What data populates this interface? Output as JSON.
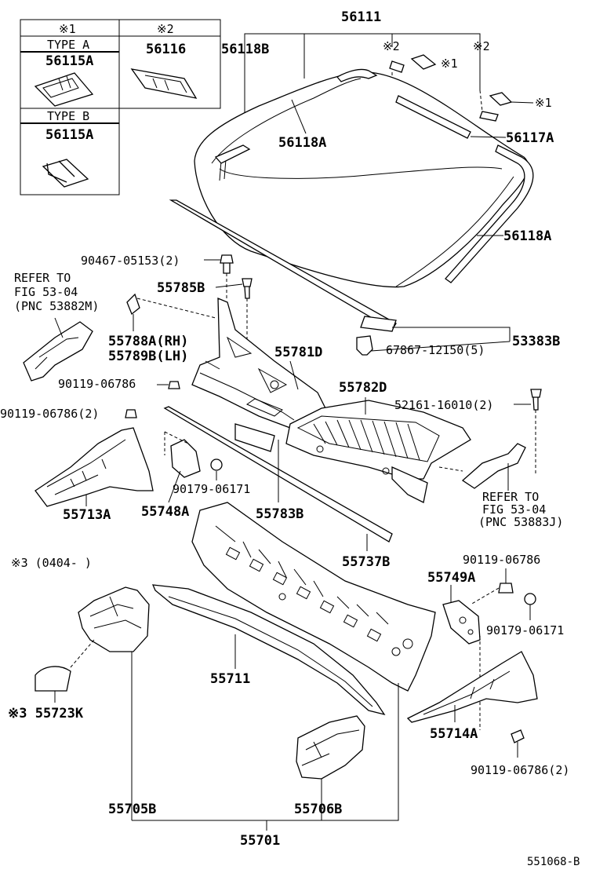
{
  "legend_box": {
    "col1_marker": "※1",
    "col2_marker": "※2",
    "type_a_label": "TYPE A",
    "type_a_part": "56115A",
    "col2_part": "56116",
    "type_b_label": "TYPE B",
    "type_b_part": "56115A"
  },
  "labels": {
    "p56111": "56111",
    "p56118B": "56118B",
    "mark2_a": "※2",
    "mark1_a": "※1",
    "mark2_b": "※2",
    "mark1_b": "※1",
    "p56118A_top": "56118A",
    "p56117A": "56117A",
    "p56118A_right": "56118A",
    "p90467": "90467-05153(2)",
    "refer_left_1": "REFER TO",
    "refer_left_2": "FIG 53-04",
    "refer_left_3": "(PNC 53882M)",
    "p55785B": "55785B",
    "p55788A": "55788A(RH)",
    "p55789B": "55789B(LH)",
    "p53383B": "53383B",
    "p55781D": "55781D",
    "p67867": "67867-12150(5)",
    "p90119_a": "90119-06786",
    "p55782D": "55782D",
    "p90119_b": "90119-06786(2)",
    "p52161": "52161-16010(2)",
    "p90179_a": "90179-06171",
    "refer_right_1": "REFER TO",
    "refer_right_2": "FIG 53-04",
    "refer_right_3": "(PNC 53883J)",
    "p55713A": "55713A",
    "p55748A": "55748A",
    "p55783B": "55783B",
    "note3": "※3 (0404-        )",
    "p55737B": "55737B",
    "p90119_c": "90119-06786",
    "p55749A": "55749A",
    "p90179_b": "90179-06171",
    "p55711": "55711",
    "p55723K": "※3 55723K",
    "p55714A": "55714A",
    "p90119_d": "90119-06786(2)",
    "p55705B": "55705B",
    "p55706B": "55706B",
    "p55701": "55701",
    "diagram_id": "551068-B"
  }
}
